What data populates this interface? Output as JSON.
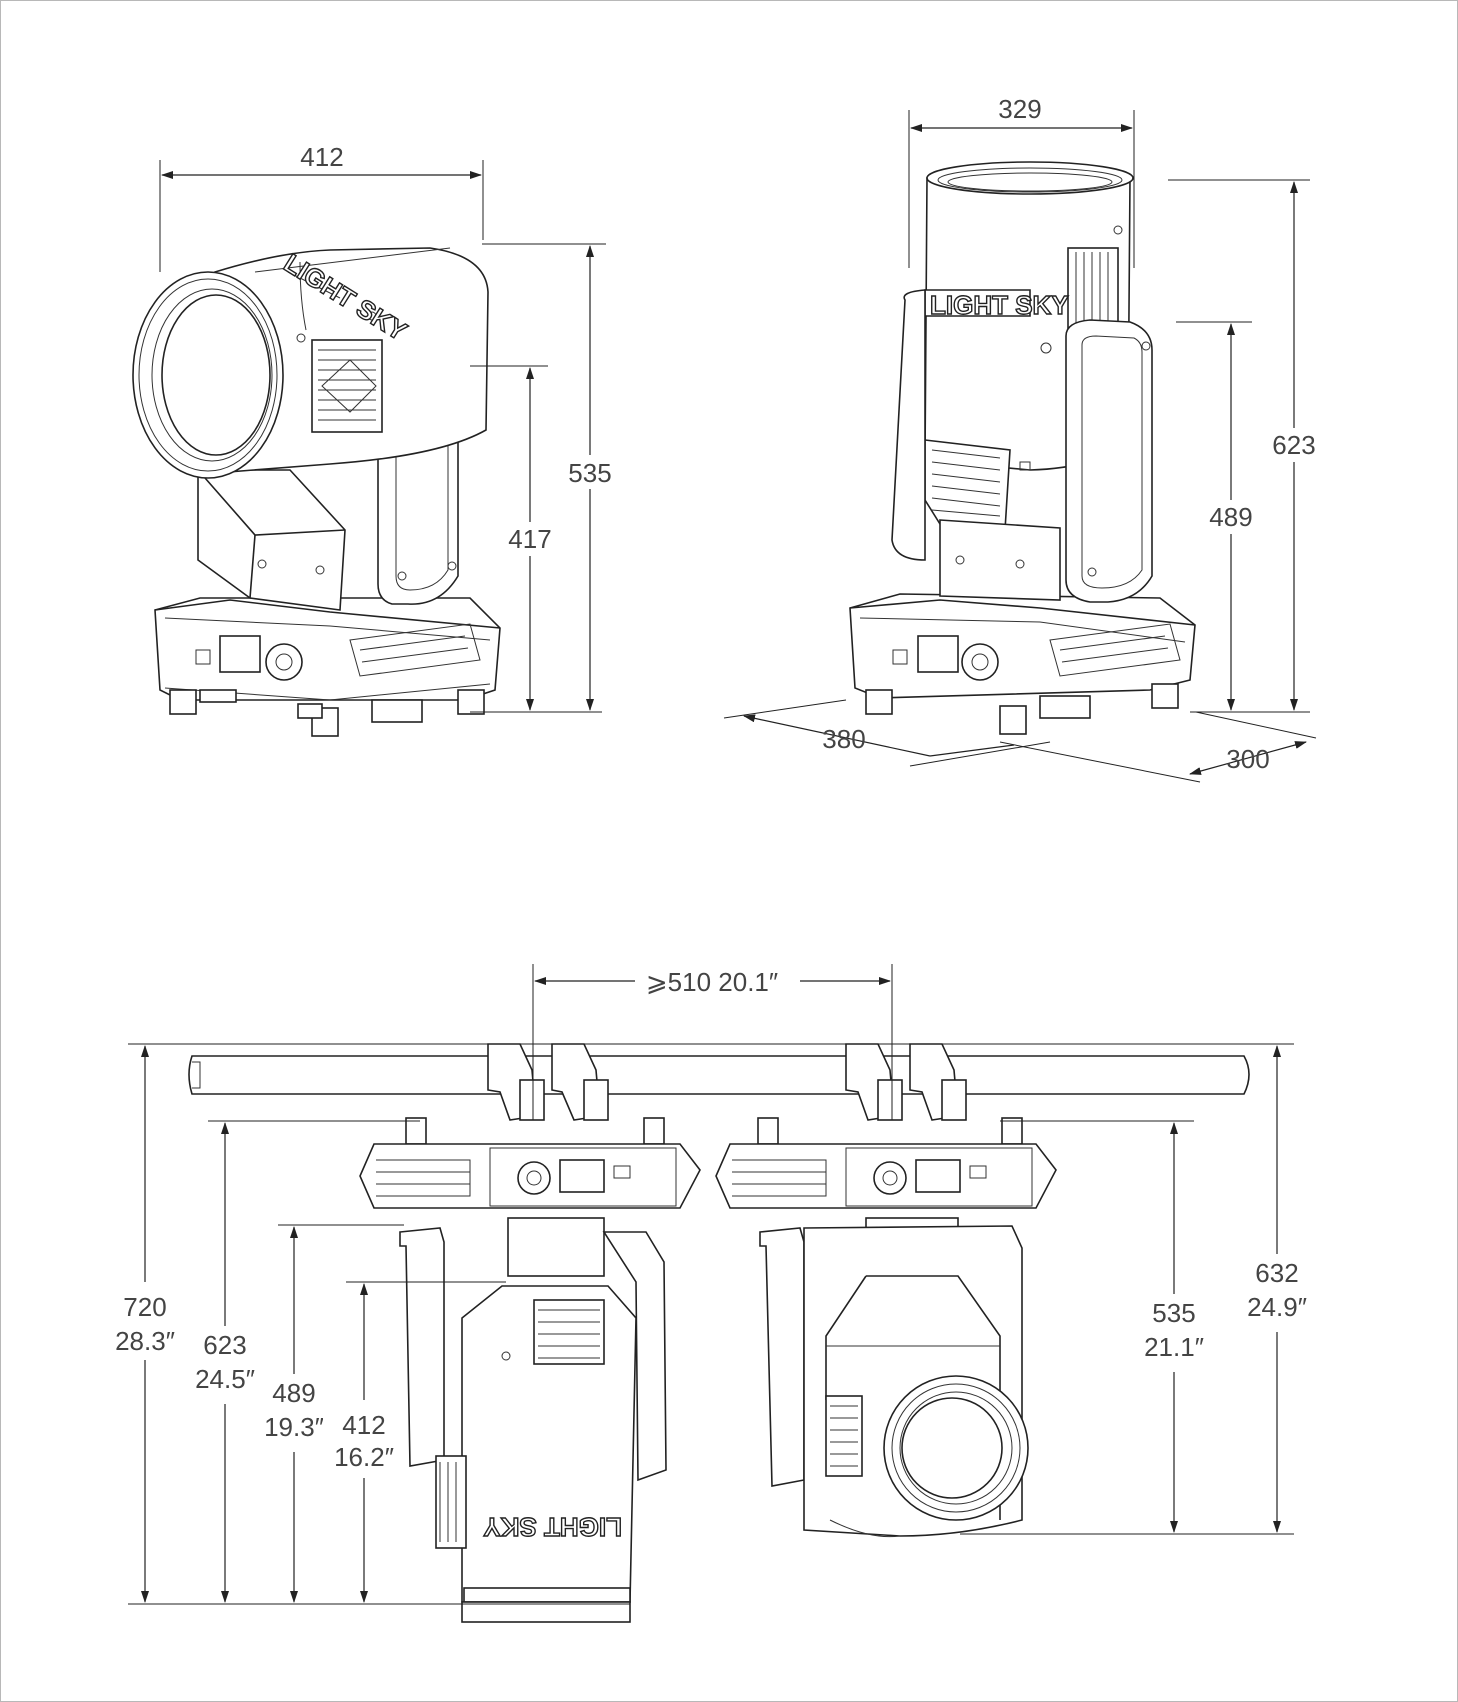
{
  "brand": {
    "logo_text": "LIGHT SKY"
  },
  "views": {
    "front_iso": {
      "width": "412",
      "height": "535",
      "head_height": "417"
    },
    "side_iso": {
      "width": "329",
      "height": "623",
      "mid_height": "489",
      "depth": "380",
      "depth_side": "300"
    },
    "rigging": {
      "clamp_spacing": "⩾510 20.1″",
      "left_total_mm": "720",
      "left_total_in": "28.3″",
      "left_623_mm": "623",
      "left_623_in": "24.5″",
      "left_489_mm": "489",
      "left_489_in": "19.3″",
      "left_412_mm": "412",
      "left_412_in": "16.2″",
      "right_535_mm": "535",
      "right_535_in": "21.1″",
      "right_632_mm": "632",
      "right_632_in": "24.9″"
    }
  }
}
